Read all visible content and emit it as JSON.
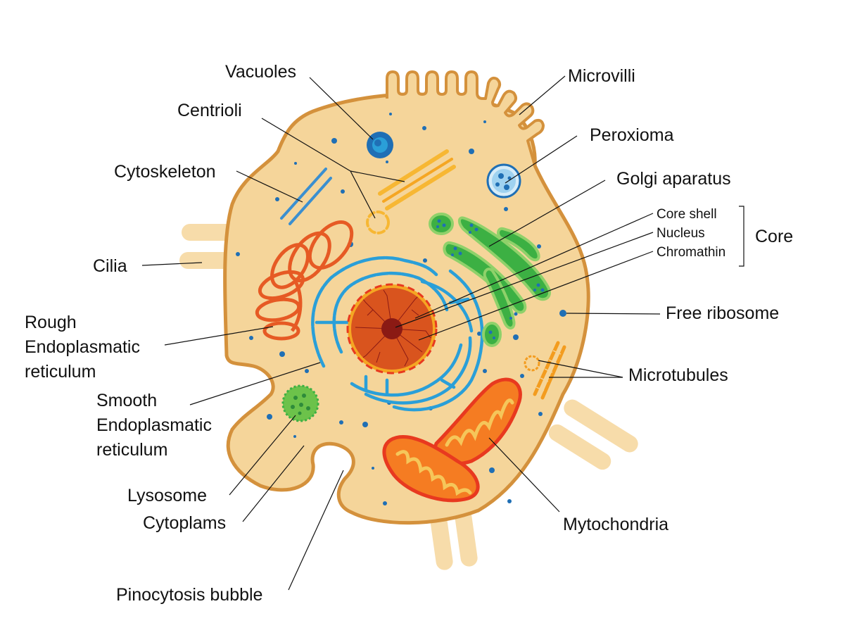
{
  "labels": {
    "vacuoles": "Vacuoles",
    "centrioli": "Centrioli",
    "cytoskeleton": "Cytoskeleton",
    "cilia": "Cilia",
    "rough_er": [
      "Rough",
      "Endoplasmatic",
      "reticulum"
    ],
    "smooth_er": [
      "Smooth",
      "Endoplasmatic",
      "reticulum"
    ],
    "lysosome": "Lysosome",
    "cytoplasm": "Cytoplams",
    "pinocytosis": "Pinocytosis bubble",
    "microvilli": "Microvilli",
    "peroxioma": "Peroxioma",
    "golgi": "Golgi aparatus",
    "core_shell": "Core shell",
    "nucleus": "Nucleus",
    "chromathin": "Chromathin",
    "core": "Core",
    "free_ribosome": "Free ribosome",
    "microtubules": "Microtubules",
    "mitochondria": "Mytochondria"
  },
  "colors": {
    "cytoplasm_fill": "#f5d59a",
    "membrane": "#d4913c",
    "cilia": "#f7dcaa",
    "er_smooth": "#2a9fd8",
    "er_rough": "#e65a24",
    "golgi": "#3cb043",
    "golgi_light": "#8fd16a",
    "nucleus": "#d9541e",
    "nucleolus": "#8b1a14",
    "nuclear_envelope": "#f5a623",
    "mitochondria_outer": "#e8391f",
    "mitochondria_inner": "#f5a623",
    "ribosome": "#1f6fb5",
    "vacuole": "#1f6fb5",
    "peroxisome": "#9fd2f0",
    "lysosome": "#6cc24a",
    "centriole": "#f7b733",
    "cytoskeleton": "#3a8fd0",
    "microtubule": "#f39c1f"
  }
}
